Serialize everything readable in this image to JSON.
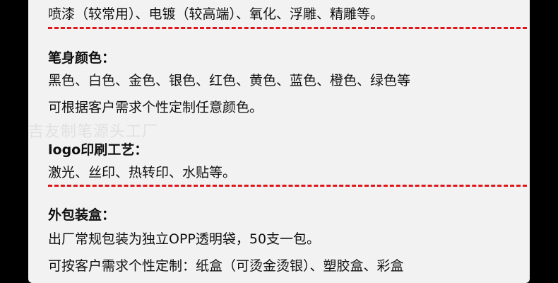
{
  "process_line": "喷漆（较常用）、电镀（较高端）、氧化、浮雕、精雕等。",
  "pen_color": {
    "heading": "笔身颜色：",
    "line1": "黑色、白色、金色、银色、红色、黄色、蓝色、橙色、绿色等",
    "line2": "可根据客户需求个性定制任意颜色。"
  },
  "watermark": "吉友制笔源头工厂",
  "logo_print": {
    "heading": "logo印刷工艺：",
    "line1": "激光、丝印、热转印、水贴等。"
  },
  "packaging": {
    "heading": "外包装盒：",
    "line1": "出厂常规包装为独立OPP透明袋，50支一包。",
    "line2": "可按客户需求个性定制：纸盒（可烫金烫银）、塑胶盒、彩盒"
  },
  "colors": {
    "divider": "#e0161b",
    "background": "#f2f2f2"
  }
}
